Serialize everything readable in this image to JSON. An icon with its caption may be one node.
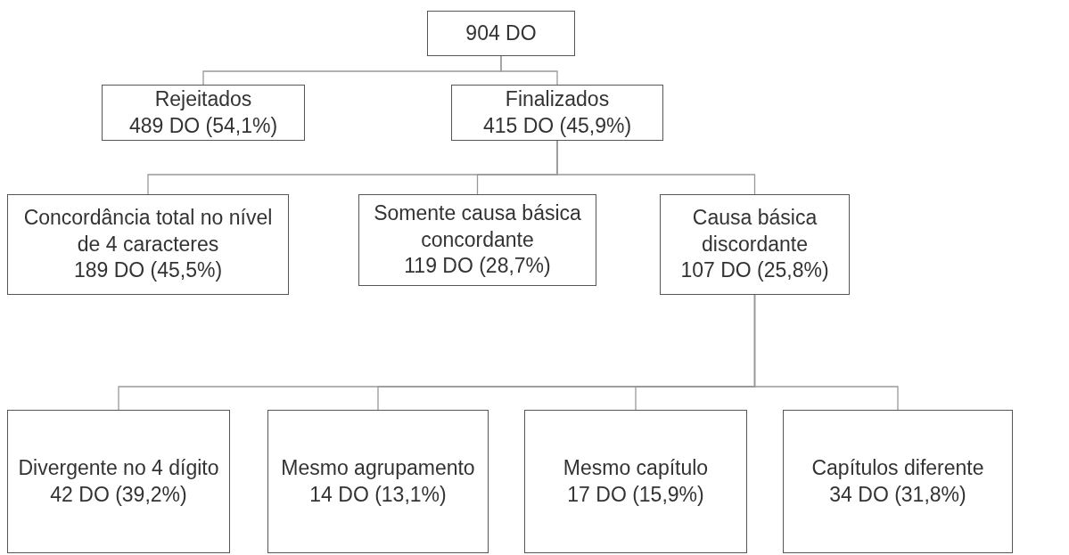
{
  "diagram": {
    "nodes": [
      {
        "text": [
          "904 DO"
        ]
      },
      {
        "text": [
          "Rejeitados",
          "489 DO (54,1%)"
        ]
      },
      {
        "text": [
          "Finalizados",
          "415 DO (45,9%)"
        ]
      },
      {
        "text": [
          "Concordância total no nível de 4 caracteres",
          "189 DO (45,5%)"
        ]
      },
      {
        "text": [
          "Somente causa básica concordante",
          "119 DO (28,7%)"
        ]
      },
      {
        "text": [
          "Causa básica discordante",
          "107 DO (25,8%)"
        ]
      },
      {
        "text": [
          "Divergente no 4 dígito",
          "42 DO (39,2%)"
        ]
      },
      {
        "text": [
          "Mesmo agrupamento",
          "14 DO (13,1%)"
        ]
      },
      {
        "text": [
          "Mesmo capítulo",
          "17 DO (15,9%)"
        ]
      },
      {
        "text": [
          "Capítulos diferente",
          "34 DO (31,8%)"
        ]
      }
    ],
    "edges": [
      {
        "from": 0,
        "to": 1,
        "arrow": "none"
      },
      {
        "from": 0,
        "to": 2,
        "arrow": "none"
      },
      {
        "from": 2,
        "to": 3,
        "arrow": "none"
      },
      {
        "from": 2,
        "to": 4,
        "arrow": "none"
      },
      {
        "from": 2,
        "to": 5,
        "arrow": "none"
      },
      {
        "from": 5,
        "to": 6,
        "arrow": "none"
      },
      {
        "from": 5,
        "to": 7,
        "arrow": "none"
      },
      {
        "from": 5,
        "to": 8,
        "arrow": "none"
      },
      {
        "from": 5,
        "to": 9,
        "arrow": "none"
      }
    ]
  }
}
